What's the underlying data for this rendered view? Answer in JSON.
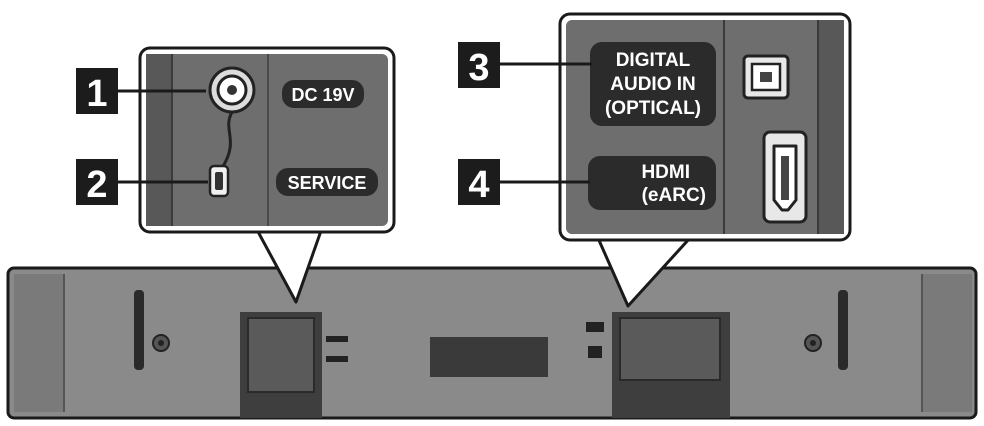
{
  "callouts": [
    {
      "number": "1",
      "label_lines": [
        "DC 19V"
      ]
    },
    {
      "number": "2",
      "label_lines": [
        "SERVICE"
      ]
    },
    {
      "number": "3",
      "label_lines": [
        "DIGITAL",
        "AUDIO IN",
        "(OPTICAL)"
      ]
    },
    {
      "number": "4",
      "label_lines": [
        "HDMI",
        "(eARC)"
      ]
    }
  ],
  "icons": [
    "dc-power-jack-icon",
    "micro-usb-port-icon",
    "optical-port-icon",
    "hdmi-port-icon",
    "wall-mount-screw-icon"
  ],
  "colors": {
    "outline": "#1a1a1a",
    "panel": "#6e6e6e",
    "panel_dark": "#4d4d4d",
    "label_bg": "#2b2b2b",
    "badge": "#1c1c1c"
  }
}
